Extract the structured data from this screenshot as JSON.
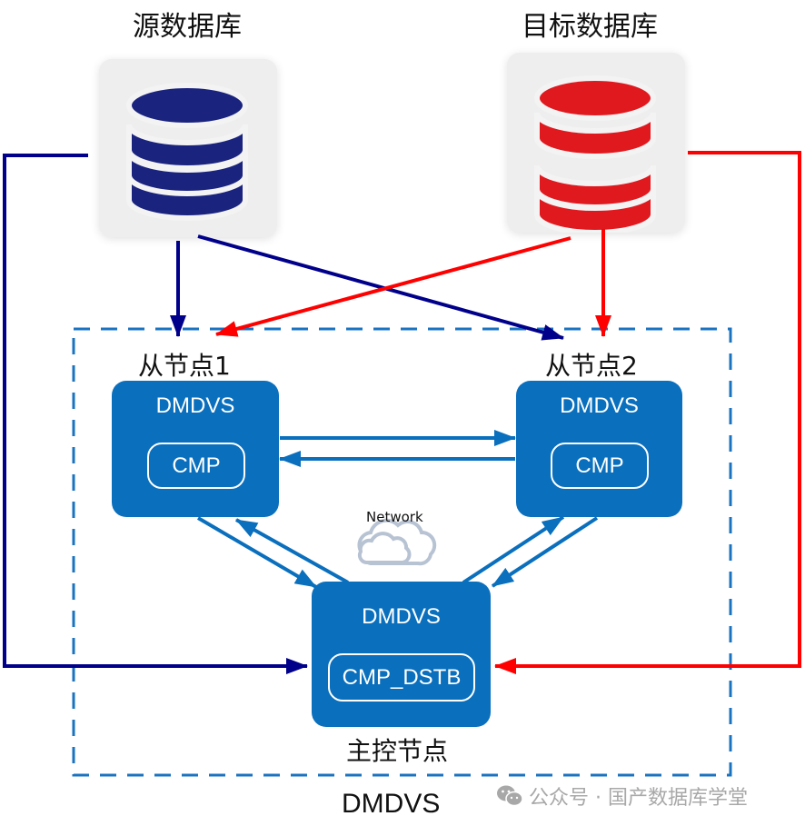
{
  "source_db": {
    "title": "源数据库",
    "color": "#1a237e",
    "icon": "database-icon"
  },
  "target_db": {
    "title": "目标数据库",
    "color": "#e0191f",
    "icon": "database-icon"
  },
  "slave1": {
    "label": "从节点1",
    "title": "DMDVS",
    "module": "CMP"
  },
  "slave2": {
    "label": "从节点2",
    "title": "DMDVS",
    "module": "CMP"
  },
  "master": {
    "label": "主控节点",
    "title": "DMDVS",
    "module": "CMP_DSTB"
  },
  "network": {
    "label": "Network",
    "icon": "cloud-icon"
  },
  "cluster": {
    "label": "DMDVS"
  },
  "watermark": {
    "icon": "wechat-icon",
    "text": "公众号 · 国产数据库学堂"
  },
  "colors": {
    "node": "#0a6fbd",
    "source_line": "#00008b",
    "target_line": "#ff0000",
    "dashed": "#1a73c0",
    "cloud": "#b7c3d3"
  }
}
